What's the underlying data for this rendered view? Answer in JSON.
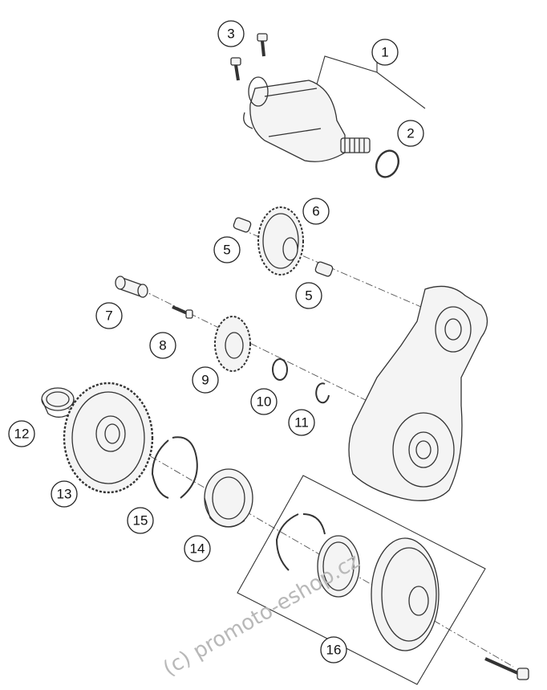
{
  "callouts": [
    {
      "id": "1",
      "label": "1"
    },
    {
      "id": "2",
      "label": "2"
    },
    {
      "id": "3",
      "label": "3"
    },
    {
      "id": "5a",
      "label": "5"
    },
    {
      "id": "5b",
      "label": "5"
    },
    {
      "id": "6",
      "label": "6"
    },
    {
      "id": "7",
      "label": "7"
    },
    {
      "id": "8",
      "label": "8"
    },
    {
      "id": "9",
      "label": "9"
    },
    {
      "id": "10",
      "label": "10"
    },
    {
      "id": "11",
      "label": "11"
    },
    {
      "id": "12",
      "label": "12"
    },
    {
      "id": "13",
      "label": "13"
    },
    {
      "id": "14",
      "label": "14"
    },
    {
      "id": "15",
      "label": "15"
    },
    {
      "id": "16",
      "label": "16"
    }
  ],
  "watermark": "(c) promoto-eshop.cz"
}
